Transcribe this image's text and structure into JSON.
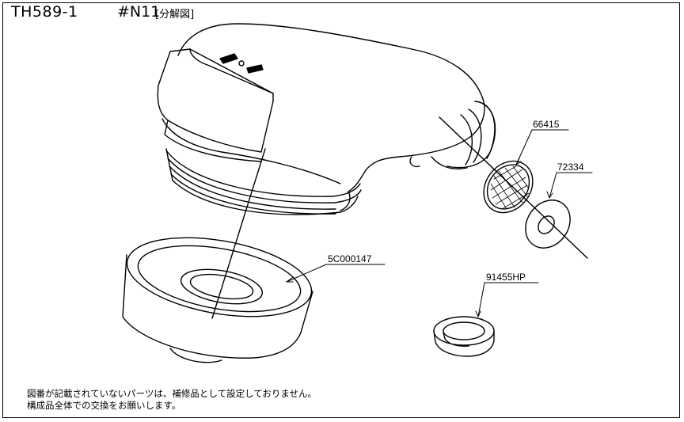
{
  "header": {
    "model": "TH589-1",
    "variant": "#N11",
    "subtitle": "[分解図]"
  },
  "parts": [
    {
      "id": "part-66415",
      "label": "66415"
    },
    {
      "id": "part-72334",
      "label": "72334"
    },
    {
      "id": "part-5c000147",
      "label": "5C000147"
    },
    {
      "id": "part-91455hp",
      "label": "91455HP"
    }
  ],
  "notes": {
    "line1": "図番が記載されていないパーツは、補修品として設定しておりません。",
    "line2": "構成品全体での交換をお願いします。"
  }
}
